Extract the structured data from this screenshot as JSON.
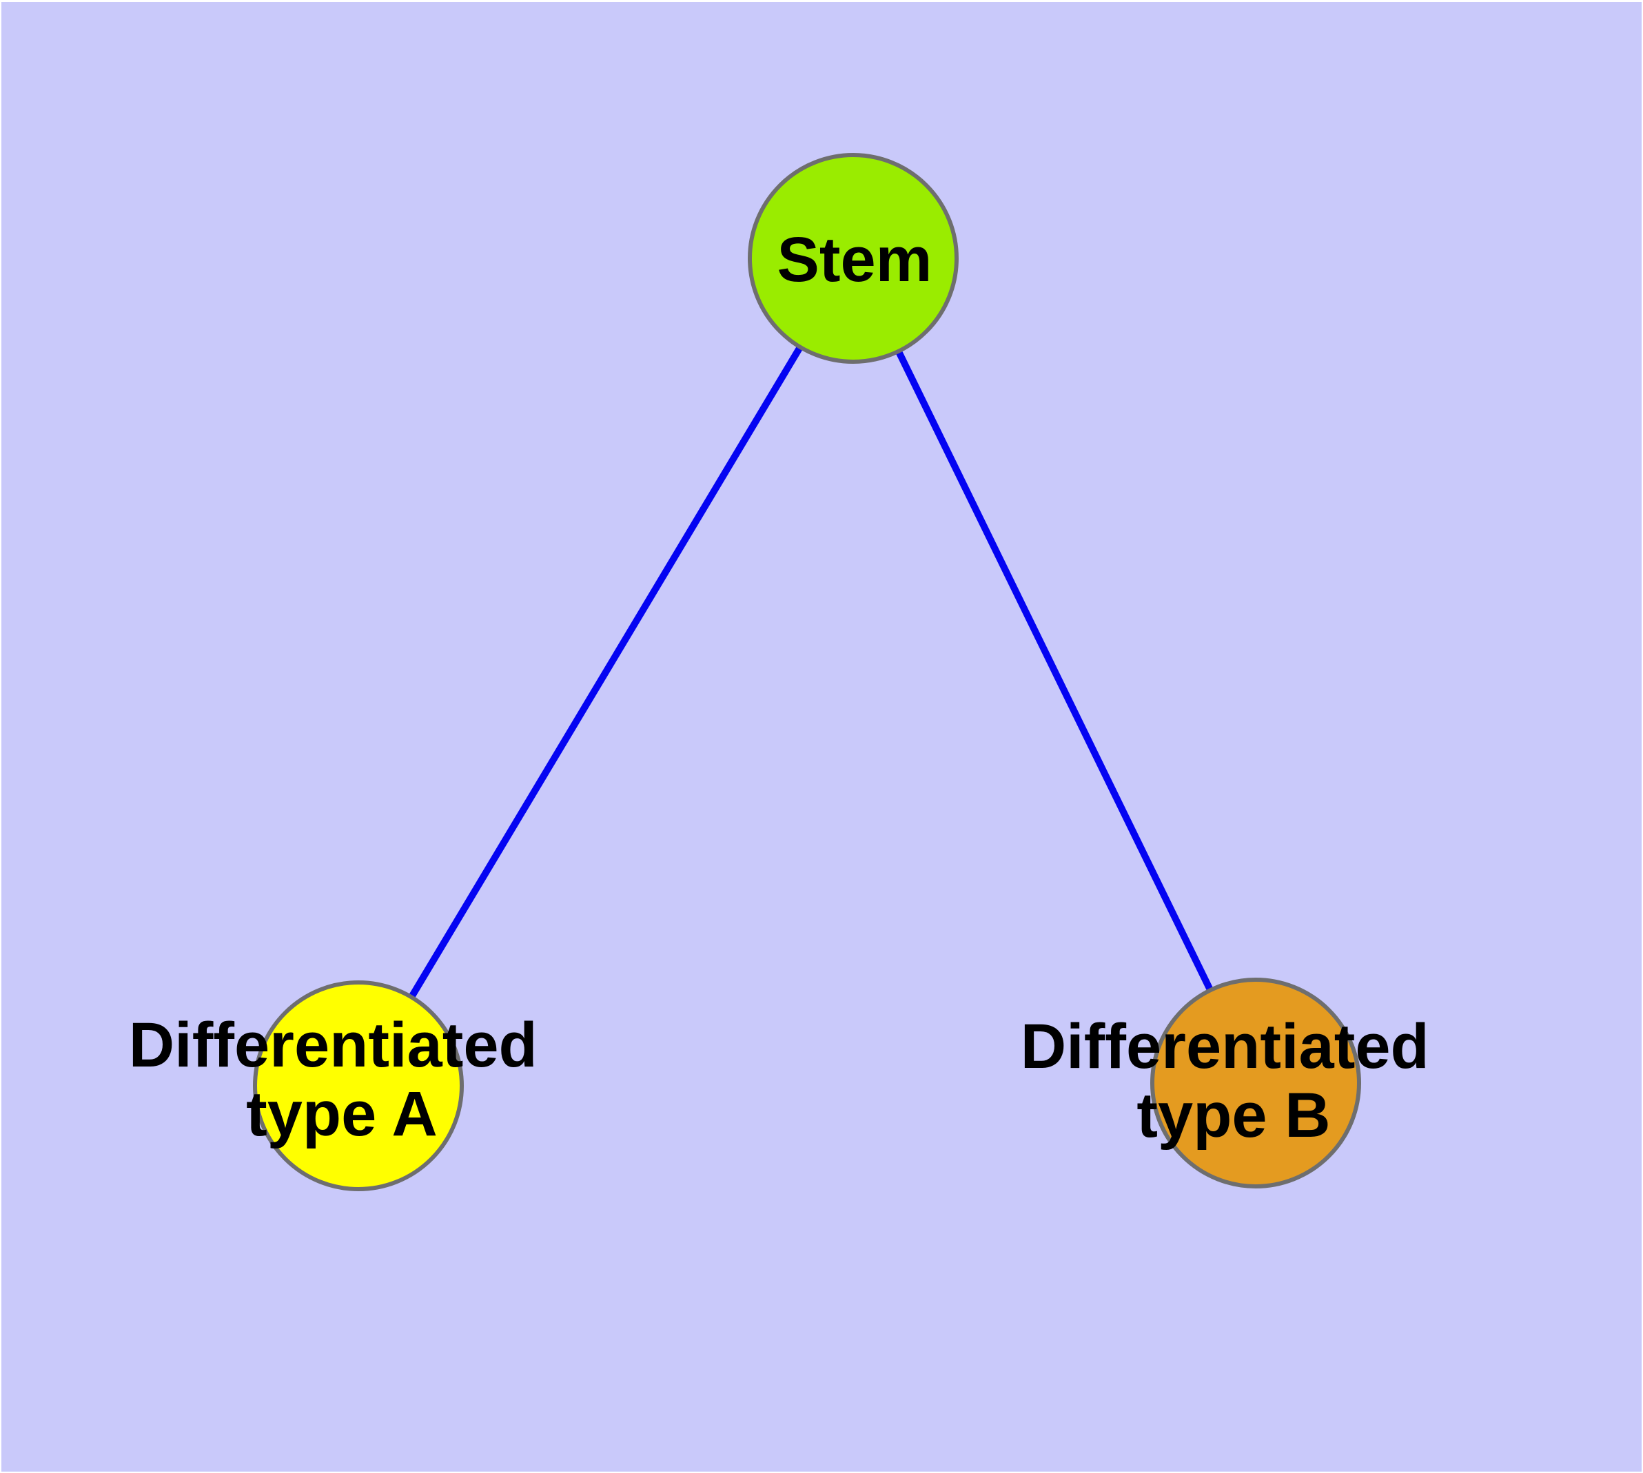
{
  "colors": {
    "background": "#C9C9FA",
    "frame": "#FFFFFF",
    "edge": "#0404F2",
    "node_border": "#6E6E6E",
    "label_text": "#000000",
    "stem_fill": "#9AEC00",
    "type_a_fill": "#FFFF00",
    "type_b_fill": "#E49B20"
  },
  "nodes": [
    {
      "id": "stem",
      "label": "Stem",
      "lines": [
        "Stem",
        ""
      ],
      "fill": "#9AEC00"
    },
    {
      "id": "type-a",
      "label": "Differentiated type A",
      "lines": [
        "Differentiated",
        "type A"
      ],
      "fill": "#FFFF00"
    },
    {
      "id": "type-b",
      "label": "Differentiated type B",
      "lines": [
        "Differentiated",
        "type B"
      ],
      "fill": "#E49B20"
    }
  ],
  "edges": [
    {
      "from": "Stem",
      "to": "Differentiated type A"
    },
    {
      "from": "Stem",
      "to": "Differentiated type B"
    }
  ]
}
